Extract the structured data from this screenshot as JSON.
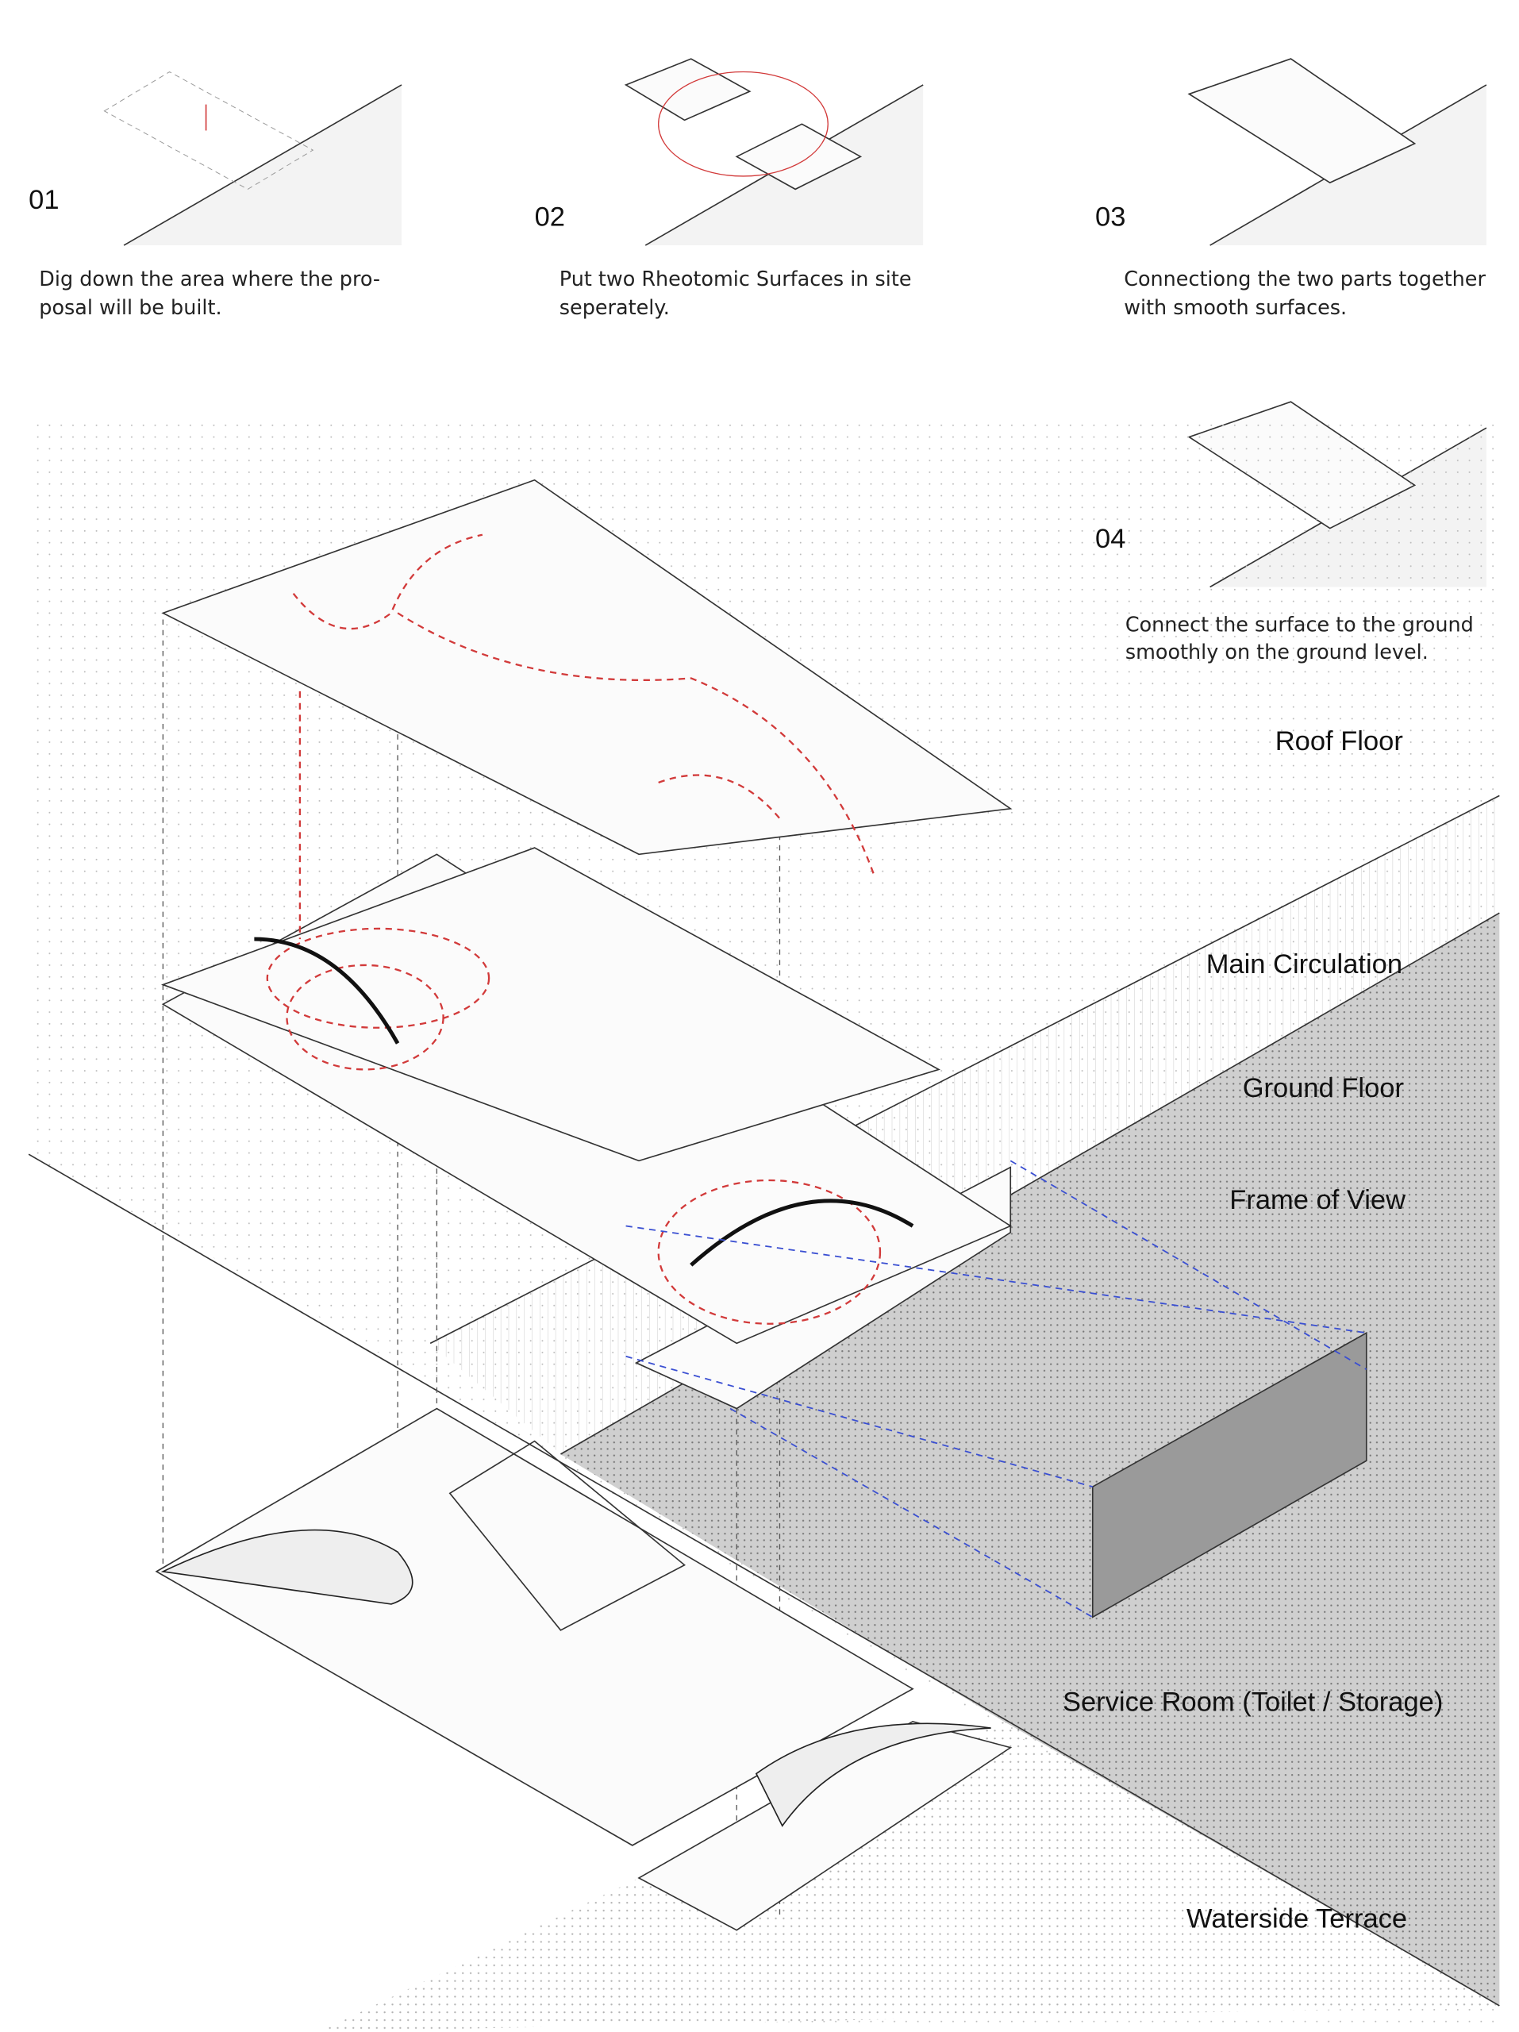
{
  "steps": [
    {
      "number": "01",
      "caption": [
        "Dig down the area where the pro-",
        "posal will be built."
      ]
    },
    {
      "number": "02",
      "caption": [
        "Put two Rheotomic Surfaces in site",
        "seperately."
      ]
    },
    {
      "number": "03",
      "caption": [
        "Connectiong the two parts together",
        "with smooth surfaces."
      ]
    },
    {
      "number": "04",
      "caption": [
        "Connect the surface to the ground",
        "smoothly on the ground level."
      ]
    }
  ],
  "layers": [
    "Roof Floor",
    "Main Circulation",
    "Ground Floor",
    "Frame of View",
    "Service Room (Toilet / Storage)",
    "Waterside Terrace"
  ],
  "colors": {
    "circulation": "#d23a3a",
    "view_frame": "#3a4fd2",
    "ground": "#c8c8c8"
  }
}
